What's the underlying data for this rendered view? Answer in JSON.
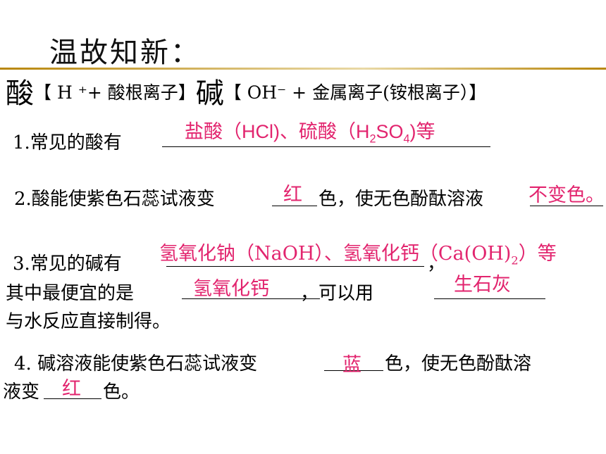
{
  "title": "温故知新：",
  "summary": {
    "acid_word": "酸",
    "acid_def": "【 H ⁺+  酸根离子】",
    "base_word": "碱",
    "base_def": "【 OH⁻ + 金属离子(铵根离子）】"
  },
  "q1": {
    "prompt": "1.常见的酸有",
    "answer_pre": "盐酸（HCl)、硫酸（H",
    "answer_sub1": "2",
    "answer_mid": "SO",
    "answer_sub2": "4",
    "answer_post": ")等"
  },
  "q2": {
    "prompt_a": "2.酸能使紫色石蕊试液变",
    "answer_a": "红",
    "prompt_b": "色，使无色酚酞溶液",
    "answer_b": "不变色。"
  },
  "q3": {
    "prompt_a": "3.常见的碱有",
    "answer_a_pre": "氢氧化钠（NaOH）、氢氧化钙（Ca(OH)",
    "answer_a_sub": "2",
    "answer_a_post": "）等",
    "comma": "，",
    "prompt_b": "其中最便宜的是",
    "answer_b": "氢氧化钙",
    "prompt_c": "，可以用",
    "answer_c": "生石灰",
    "prompt_d": "与水反应直接制得。"
  },
  "q4": {
    "prompt_a": "4. 碱溶液能使紫色石蕊试液变",
    "answer_a": "蓝",
    "prompt_b": "色，使无色酚酞溶",
    "prompt_c": "液变",
    "answer_b": "红",
    "prompt_d": "色。"
  },
  "colors": {
    "answer": "#e2246e",
    "rule": "#b8860b"
  }
}
